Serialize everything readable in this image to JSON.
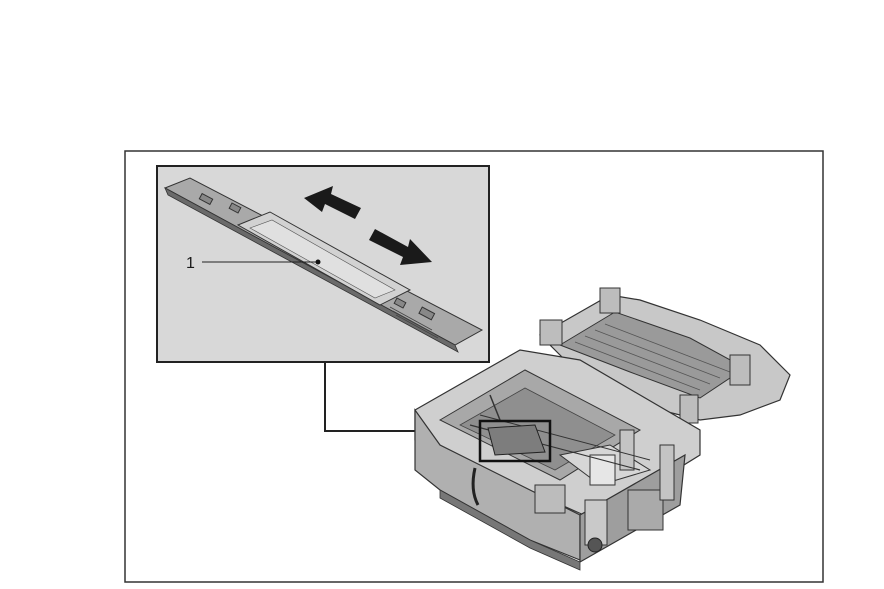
{
  "figure": {
    "callouts": [
      {
        "label": "1"
      }
    ],
    "arrows": {
      "direction": "left-right"
    },
    "icons": [
      "double-arrow-icon",
      "printer-drawing",
      "ribbon-guide-drawing"
    ],
    "colors": {
      "frame": "#333333",
      "inset_bg": "#d8d8d8",
      "part_fill": "#a9a9a9",
      "part_dark": "#6a6a6a",
      "printer_body": "#b5b5b5"
    }
  }
}
